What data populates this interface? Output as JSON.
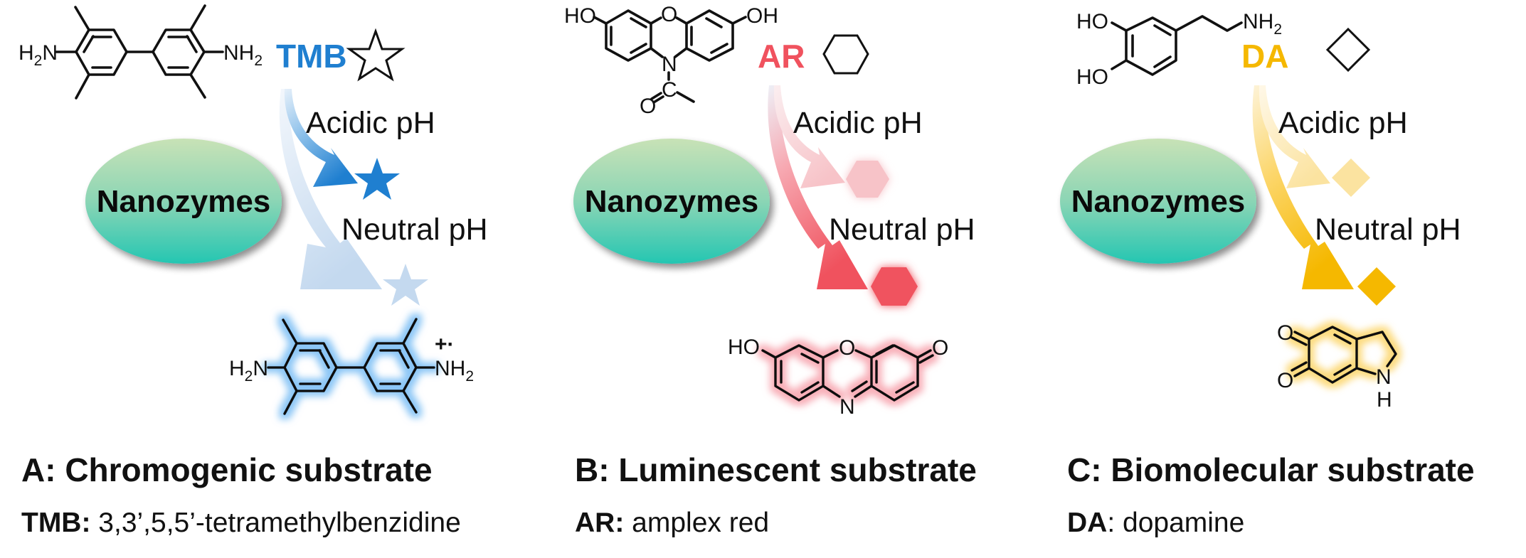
{
  "figure": {
    "catalyst_label": "Nanozymes",
    "conditions": {
      "acidic": "Acidic pH",
      "neutral": "Neutral pH"
    },
    "panels": [
      {
        "id": "A",
        "abbreviation": "TMB",
        "symbol": "star",
        "color": "#1f7fd0",
        "light_color": "#c4d9ef",
        "caption_title": "A: Chromogenic substrate",
        "caption_abbr": "TMB:",
        "caption_name": " 3,3’,5,5’-tetramethylbenzidine",
        "substrate_atoms": {
          "left": "H₂N",
          "right": "NH₂"
        },
        "product_atoms": {
          "left": "H₂N",
          "right": "NH₂",
          "charge": "+·"
        }
      },
      {
        "id": "B",
        "abbreviation": "AR",
        "symbol": "hexagon",
        "color": "#f0525e",
        "light_color": "#f7c3c8",
        "caption_title": "B: Luminescent substrate",
        "caption_abbr": "AR:",
        "caption_name": " amplex red",
        "substrate_atoms": {
          "ho": "HO",
          "oh": "OH",
          "o": "O",
          "n": "N",
          "c": "C",
          "o2": "O"
        },
        "product_atoms": {
          "ho": "HO",
          "o": "O",
          "n": "N",
          "keto": "O"
        }
      },
      {
        "id": "C",
        "abbreviation": "DA",
        "symbol": "diamond",
        "color": "#f5b800",
        "light_color": "#fbe3a0",
        "caption_title": "C: Biomolecular substrate",
        "caption_abbr": "DA",
        "caption_name": ": dopamine",
        "substrate_atoms": {
          "ho1": "HO",
          "ho2": "HO",
          "nh2": "NH₂"
        },
        "product_atoms": {
          "o1": "O",
          "o2": "O",
          "n": "N",
          "h": "H"
        }
      }
    ]
  }
}
